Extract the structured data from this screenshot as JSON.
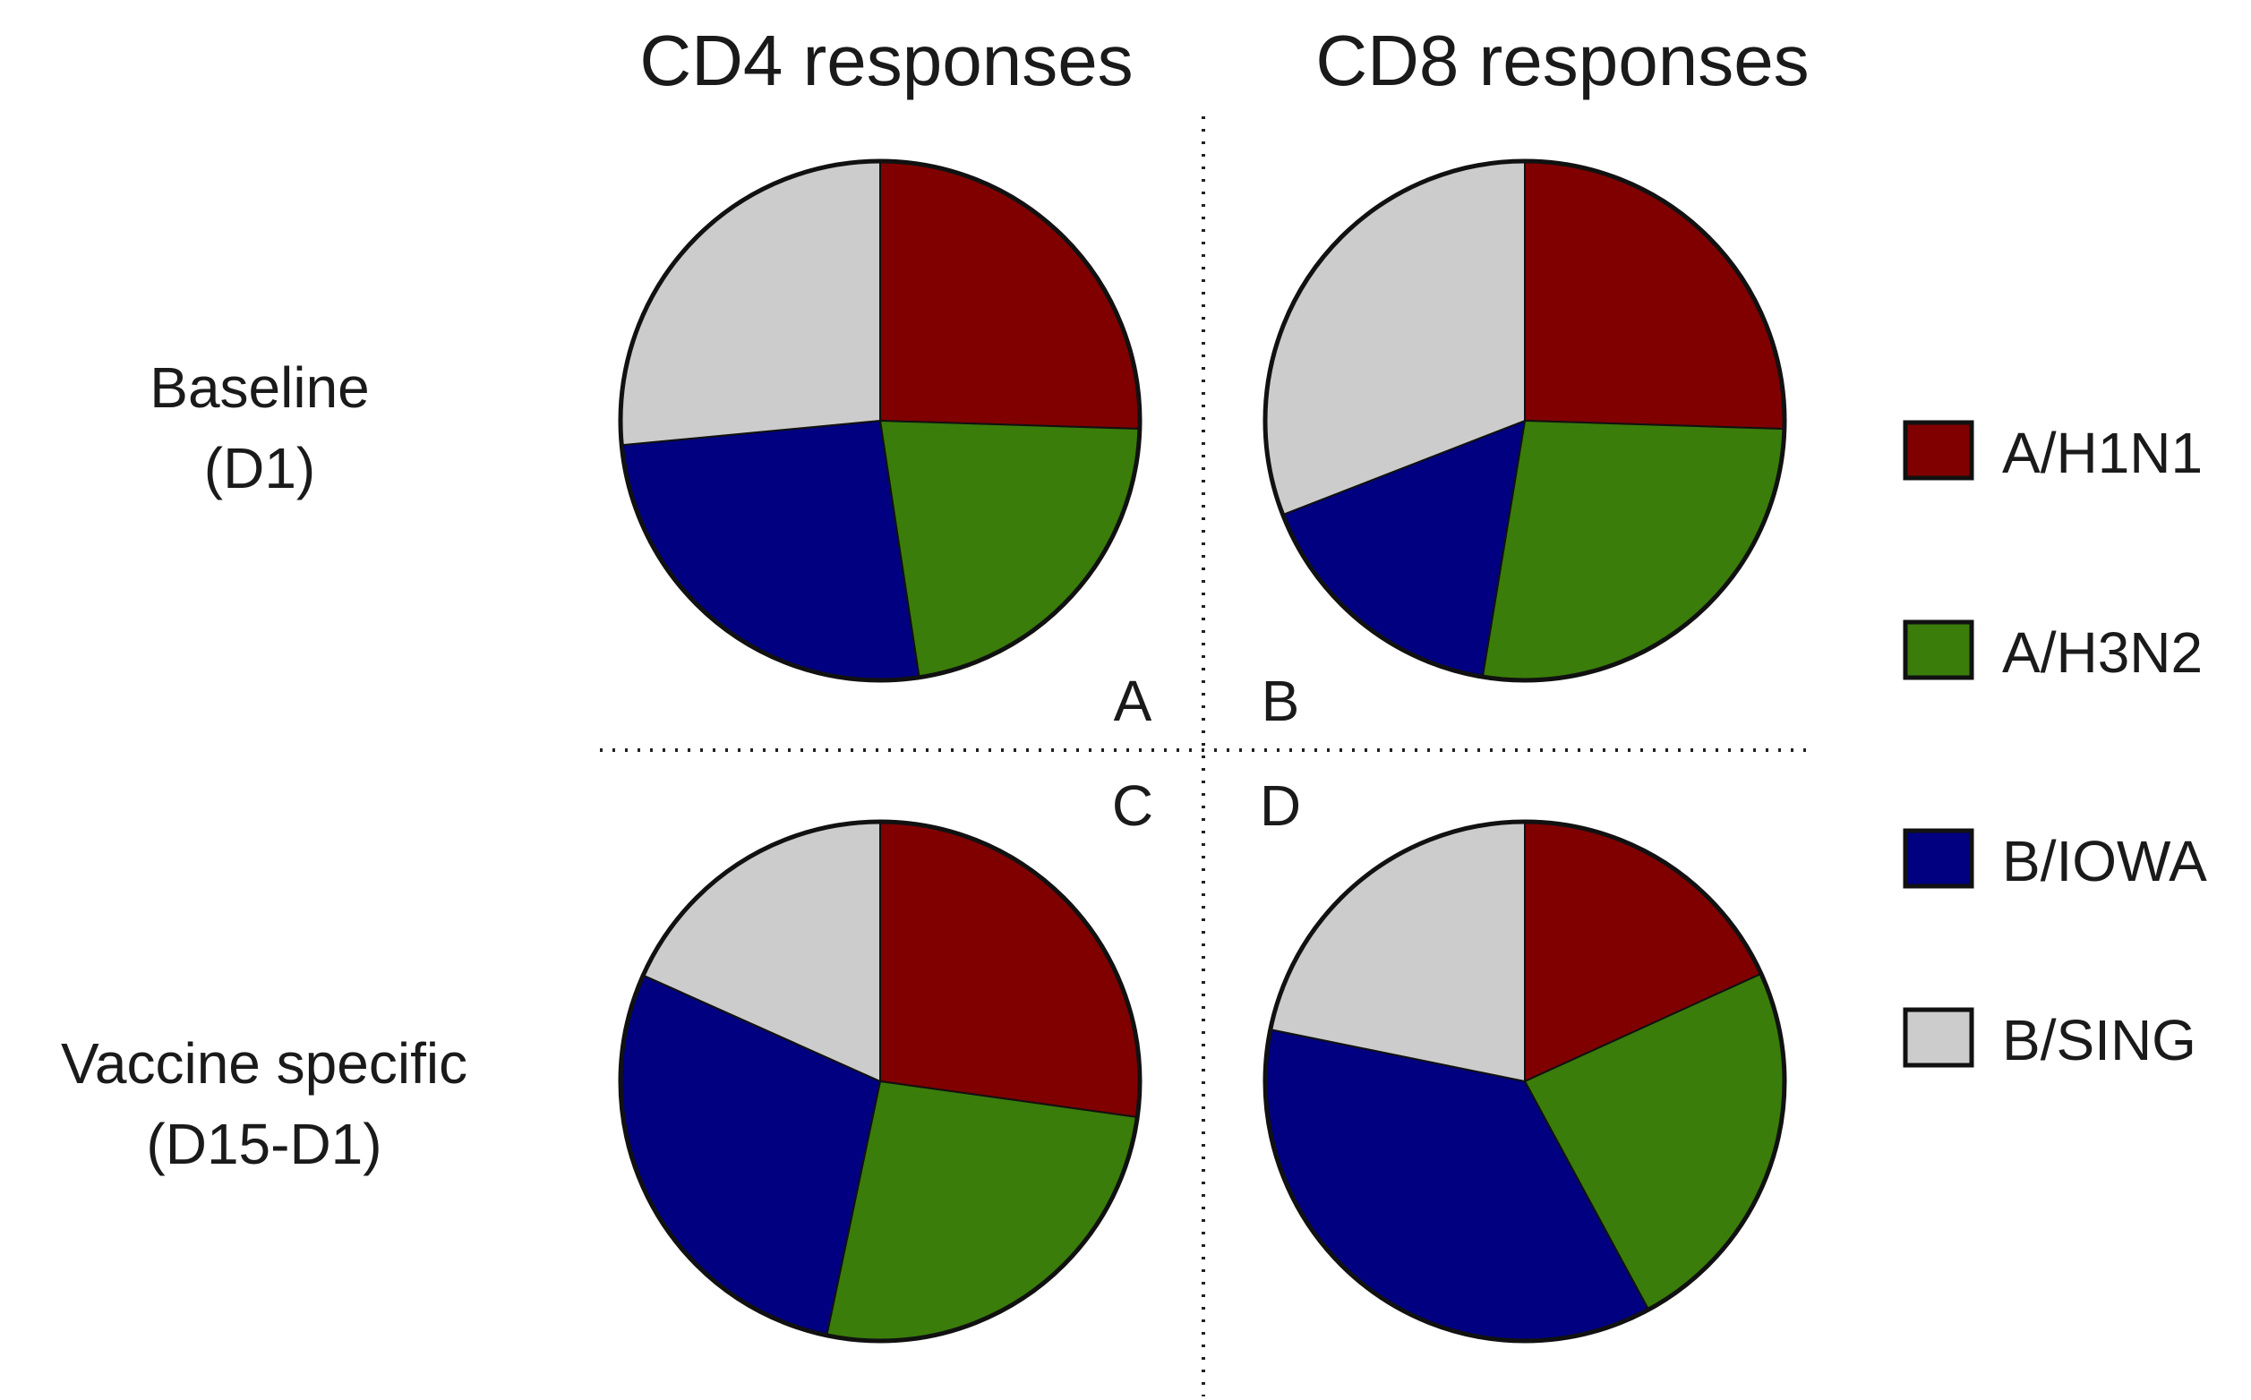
{
  "column_titles": [
    "CD4 responses",
    "CD8 responses"
  ],
  "row_titles": [
    {
      "main": "Baseline",
      "sub": "(D1)"
    },
    {
      "main": "Vaccine specific",
      "sub": "(D15-D1)"
    }
  ],
  "panel_letters": [
    "A",
    "B",
    "C",
    "D"
  ],
  "legend": [
    {
      "label": "A/H1N1",
      "color": "#800000"
    },
    {
      "label": "A/H3N2",
      "color": "#3a7d0a"
    },
    {
      "label": "B/IOWA",
      "color": "#000080"
    },
    {
      "label": "B/SING",
      "color": "#cccccc"
    }
  ],
  "chart_data": [
    {
      "type": "pie",
      "panel": "A",
      "column": "CD4 responses",
      "row": "Baseline (D1)",
      "categories": [
        "A/H1N1",
        "A/H3N2",
        "B/IOWA",
        "B/SING"
      ],
      "values": [
        25.5,
        22.1,
        25.9,
        26.5
      ]
    },
    {
      "type": "pie",
      "panel": "B",
      "column": "CD8 responses",
      "row": "Baseline (D1)",
      "categories": [
        "A/H1N1",
        "A/H3N2",
        "B/IOWA",
        "B/SING"
      ],
      "values": [
        25.5,
        27.1,
        16.5,
        30.9
      ]
    },
    {
      "type": "pie",
      "panel": "C",
      "column": "CD4 responses",
      "row": "Vaccine specific (D15-D1)",
      "categories": [
        "A/H1N1",
        "A/H3N2",
        "B/IOWA",
        "B/SING"
      ],
      "values": [
        27.2,
        26.1,
        28.4,
        18.3
      ]
    },
    {
      "type": "pie",
      "panel": "D",
      "column": "CD8 responses",
      "row": "Vaccine specific (D15-D1)",
      "categories": [
        "A/H1N1",
        "A/H3N2",
        "B/IOWA",
        "B/SING"
      ],
      "values": [
        18.2,
        23.9,
        36.1,
        21.8
      ]
    }
  ]
}
